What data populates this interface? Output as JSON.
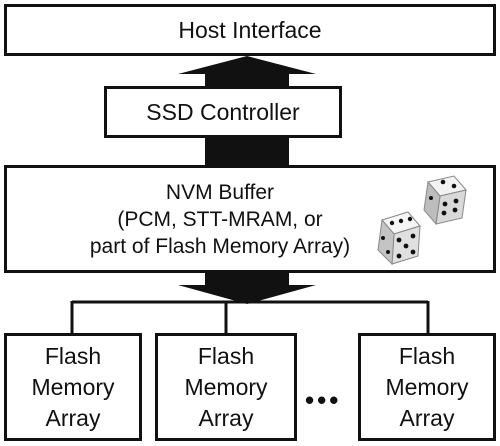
{
  "host": {
    "label": "Host Interface"
  },
  "controller": {
    "label": "SSD Controller"
  },
  "nvm_buffer": {
    "title": "NVM Buffer",
    "line2": "(PCM, STT-MRAM, or",
    "line3": "part of Flash Memory Array)",
    "icon": "dice-icon"
  },
  "flash_arrays": [
    {
      "line1": "Flash",
      "line2": "Memory",
      "line3": "Array"
    },
    {
      "line1": "Flash",
      "line2": "Memory",
      "line3": "Array"
    },
    {
      "line1": "Flash",
      "line2": "Memory",
      "line3": "Array"
    }
  ],
  "ellipsis": "•••"
}
